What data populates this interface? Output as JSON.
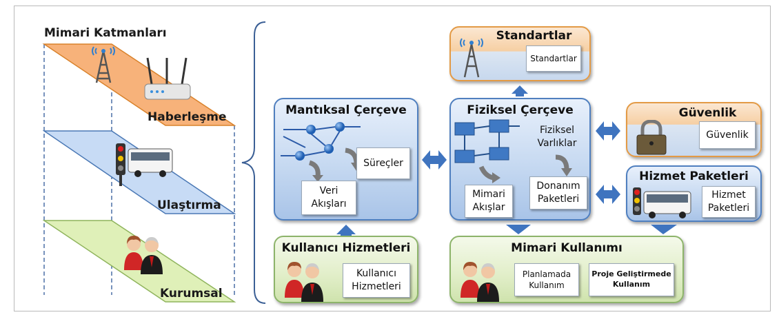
{
  "left": {
    "heading": "Mimari Katmanları",
    "layers": {
      "communication": "Haberleşme",
      "transport": "Ulaştırma",
      "institutional": "Kurumsal"
    }
  },
  "panels": {
    "standards": {
      "title": "Standartlar",
      "card": "Standartlar"
    },
    "logical": {
      "title": "Mantıksal Çerçeve",
      "card_processes": "Süreçler",
      "card_flows": "Veri\nAkışları"
    },
    "physical": {
      "title": "Fiziksel Çerçeve",
      "card_assets": "Fiziksel\nVarlıklar",
      "card_arch_flows": "Mimari\nAkışlar",
      "card_hw": "Donanım\nPaketleri"
    },
    "security": {
      "title": "Güvenlik",
      "card": "Güvenlik"
    },
    "service": {
      "title": "Hizmet Paketleri",
      "card": "Hizmet\nPaketleri"
    },
    "user_services": {
      "title": "Kullanıcı Hizmetleri",
      "card": "Kullanıcı\nHizmetleri"
    },
    "arch_usage": {
      "title": "Mimari Kullanımı",
      "card_planning": "Planlamada\nKullanım",
      "card_project": "Proje Geliştirmede\nKullanım"
    }
  },
  "colors": {
    "blue_border": "#4f7fbf",
    "green_border": "#8db46a",
    "orange_border": "#e39a45",
    "arrow_blue": "#3f74bf"
  }
}
